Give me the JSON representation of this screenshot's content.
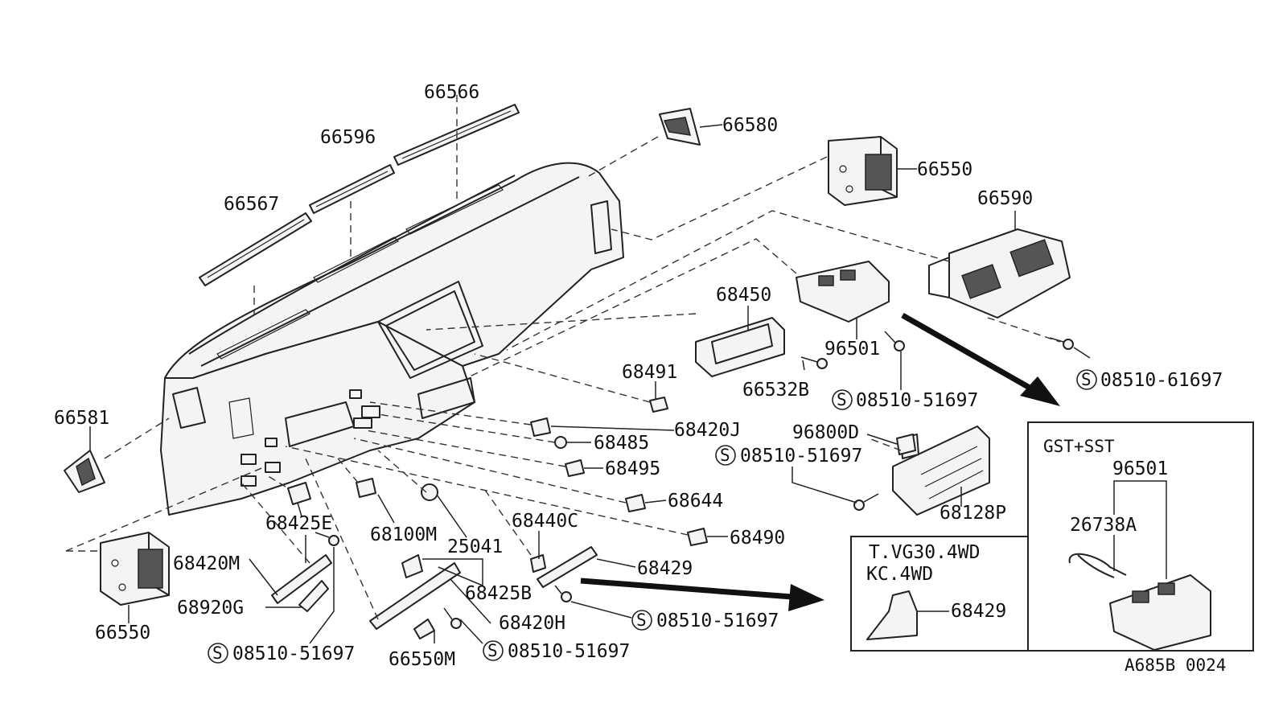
{
  "parts": {
    "p66566": "66566",
    "p66596": "66596",
    "p66567": "66567",
    "p66580": "66580",
    "p66550_top": "66550",
    "p66590": "66590",
    "p68450": "68450",
    "p96501_main": "96501",
    "p66532B": "66532B",
    "p08510_51697_a": "08510-51697",
    "p08510_61697": "08510-61697",
    "p68491": "68491",
    "p68420J": "68420J",
    "p68485": "68485",
    "p68495": "68495",
    "p66581": "66581",
    "p96800D": "96800D",
    "p08510_51697_b": "08510-51697",
    "p68644": "68644",
    "p68128P": "68128P",
    "p68440C": "68440C",
    "p68490": "68490",
    "p68425E": "68425E",
    "p68100M": "68100M",
    "p25041": "25041",
    "p68420M": "68420M",
    "p68429": "68429",
    "p68425B": "68425B",
    "p68920G": "68920G",
    "p68420H": "68420H",
    "p08510_51697_c": "08510-51697",
    "p66550_bottom": "66550",
    "p08510_51697_d": "08510-51697",
    "p66550M": "66550M",
    "p08510_51697_e": "08510-51697"
  },
  "symbols": {
    "screw_mark": "S"
  },
  "inset_variant": {
    "line1": "T.VG30.4WD",
    "line2": "KC.4WD",
    "part": "68429"
  },
  "inset_gst": {
    "title": "GST+SST",
    "p96501": "96501",
    "p26738A": "26738A"
  },
  "diagram_code": "A685B 0024"
}
